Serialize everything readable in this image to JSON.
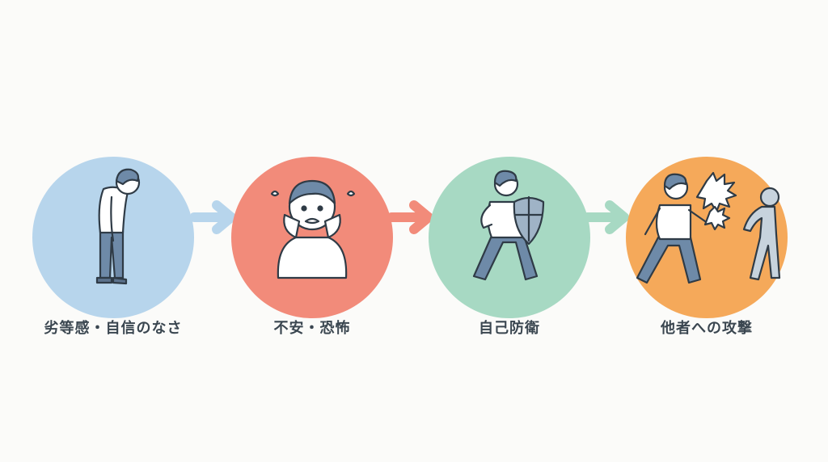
{
  "diagram": {
    "type": "flow",
    "direction": "left-to-right",
    "steps": [
      {
        "label": "劣等感・自信のなさ",
        "color": "#b7d5ec",
        "icon": "slumped-person-icon"
      },
      {
        "label": "不安・恐怖",
        "color": "#f28b7a",
        "icon": "anxious-person-icon"
      },
      {
        "label": "自己防衛",
        "color": "#a7d9c3",
        "icon": "person-with-shield-icon"
      },
      {
        "label": "他者への攻撃",
        "color": "#f5a95a",
        "icon": "angry-person-attacking-icon"
      }
    ],
    "arrows": [
      {
        "from": 0,
        "to": 1,
        "color": "#b7d5ec"
      },
      {
        "from": 1,
        "to": 2,
        "color": "#f28b7a"
      },
      {
        "from": 2,
        "to": 3,
        "color": "#a7d9c3"
      }
    ]
  }
}
